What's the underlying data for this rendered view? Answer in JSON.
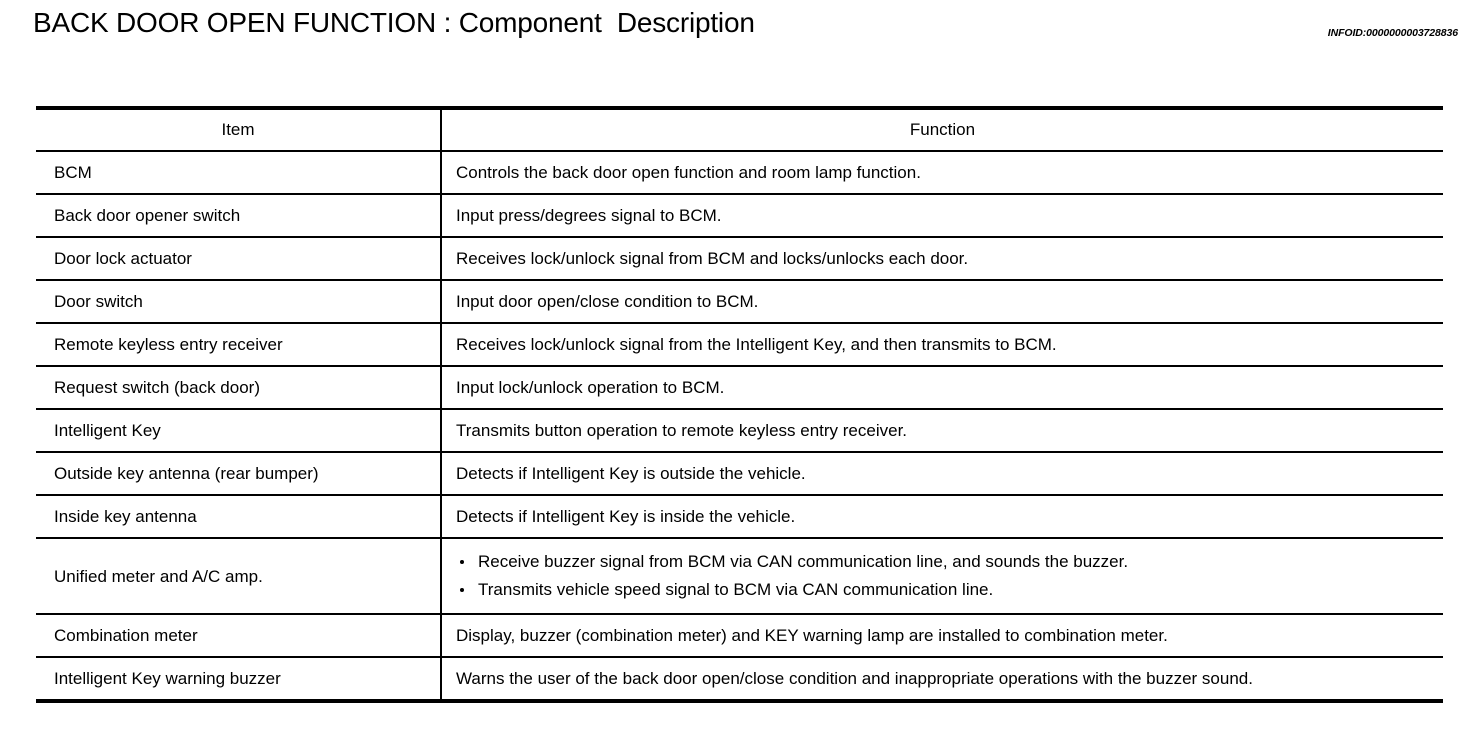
{
  "header": {
    "title": "BACK DOOR OPEN FUNCTION : Component  Description",
    "infoid": "INFOID:0000000003728836"
  },
  "table": {
    "columns": {
      "item": "Item",
      "function": "Function"
    },
    "rows": [
      {
        "item": "BCM",
        "function": "Controls the back door open function and room lamp function."
      },
      {
        "item": "Back door opener switch",
        "function": "Input press/degrees signal to BCM."
      },
      {
        "item": "Door lock actuator",
        "function": "Receives lock/unlock signal from BCM and locks/unlocks each door."
      },
      {
        "item": "Door switch",
        "function": "Input door open/close condition to BCM."
      },
      {
        "item": "Remote keyless entry receiver",
        "function": "Receives lock/unlock signal from the Intelligent Key, and then transmits to BCM."
      },
      {
        "item": "Request switch (back door)",
        "function": "Input lock/unlock operation to BCM."
      },
      {
        "item": "Intelligent Key",
        "function": "Transmits button operation to remote keyless entry receiver."
      },
      {
        "item": "Outside key antenna (rear bumper)",
        "function": "Detects if Intelligent Key is outside the vehicle."
      },
      {
        "item": "Inside key antenna",
        "function": "Detects if Intelligent Key is inside the vehicle."
      },
      {
        "item": "Unified meter and A/C amp.",
        "function_bullets": [
          "Receive buzzer signal from BCM via CAN communication line, and sounds the buzzer.",
          "Transmits vehicle speed signal to BCM via CAN communication line."
        ]
      },
      {
        "item": "Combination meter",
        "function": "Display, buzzer (combination meter) and KEY warning lamp are installed to combination meter."
      },
      {
        "item": "Intelligent Key warning buzzer",
        "function": "Warns the user of the back door open/close condition and inappropriate operations with the buzzer sound."
      }
    ]
  },
  "colors": {
    "rule": "#000000",
    "text": "#000000",
    "background": "#ffffff"
  }
}
